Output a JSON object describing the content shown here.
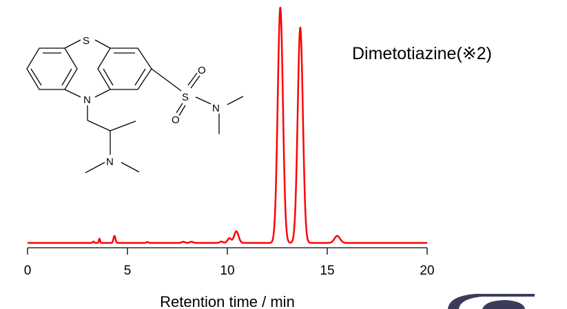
{
  "chart_data": {
    "type": "line",
    "title": "",
    "compound_label": "Dimetotiazine(※2)",
    "xlabel": "Retention time / min",
    "ylabel": "",
    "xlim": [
      0,
      20
    ],
    "ylim": [
      0,
      1.0
    ],
    "x_ticks": [
      0,
      5,
      10,
      15,
      20
    ],
    "grid": false,
    "legend": "none",
    "series": [
      {
        "color": "#ff0000",
        "baseline": 0.0,
        "peaks": [
          {
            "rt": 3.3,
            "height": 0.006,
            "width": 0.04
          },
          {
            "rt": 3.6,
            "height": 0.018,
            "width": 0.03
          },
          {
            "rt": 4.35,
            "height": 0.03,
            "width": 0.05
          },
          {
            "rt": 6.0,
            "height": 0.004,
            "width": 0.05
          },
          {
            "rt": 7.8,
            "height": 0.005,
            "width": 0.08
          },
          {
            "rt": 8.2,
            "height": 0.005,
            "width": 0.08
          },
          {
            "rt": 9.7,
            "height": 0.006,
            "width": 0.08
          },
          {
            "rt": 10.1,
            "height": 0.02,
            "width": 0.09
          },
          {
            "rt": 10.45,
            "height": 0.05,
            "width": 0.11
          },
          {
            "rt": 12.65,
            "height": 1.0,
            "width": 0.13
          },
          {
            "rt": 13.65,
            "height": 0.915,
            "width": 0.13
          },
          {
            "rt": 15.5,
            "height": 0.03,
            "width": 0.14
          }
        ]
      }
    ]
  },
  "molecule": {
    "atoms": {
      "S1": "S",
      "N1": "N",
      "S2": "S",
      "O1": "O",
      "O2": "O",
      "N2": "N",
      "N3": "N"
    }
  },
  "colors": {
    "trace": "#ff0000",
    "axis": "#000000"
  }
}
